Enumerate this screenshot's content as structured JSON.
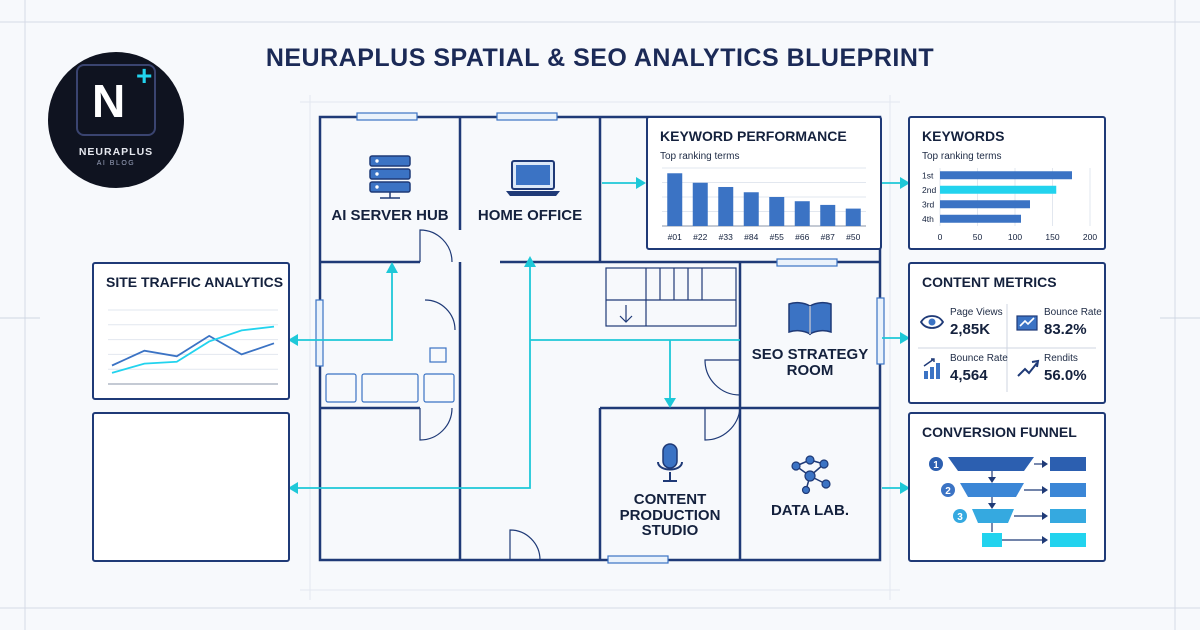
{
  "title": "NEURAPLUS SPATIAL & SEO ANALYTICS BLUEPRINT",
  "logo": {
    "letter": "N",
    "plus": "+",
    "name": "NEURAPLUS",
    "subtitle": "AI BLOG"
  },
  "rooms": {
    "ai_server_hub": "AI SERVER HUB",
    "home_office": "HOME OFFICE",
    "seo_strategy_room_line1": "SEO STRATEGY",
    "seo_strategy_room_line2": "ROOM",
    "content_studio_line1": "CONTENT",
    "content_studio_line2": "PRODUCTION",
    "content_studio_line3": "STUDIO",
    "data_lab": "DATA LAB."
  },
  "icons": {
    "server": "server-icon",
    "laptop": "laptop-icon",
    "book": "book-icon",
    "microphone": "microphone-icon",
    "network": "network-icon"
  },
  "colors": {
    "navy": "#1f3a77",
    "blue": "#3b73c4",
    "cyan": "#22d3ee",
    "teal": "#1ec8d8"
  },
  "keyword_performance": {
    "title": "KEYWORD PERFORMANCE",
    "subtitle": "Top ranking terms"
  },
  "keywords": {
    "title": "KEYWORDS",
    "subtitle": "Top ranking terms"
  },
  "site_traffic": {
    "title": "SITE TRAFFIC ANALYTICS"
  },
  "content_metrics": {
    "title": "CONTENT METRICS",
    "items": [
      {
        "label": "Page Views",
        "value": "2,85K",
        "icon": "eye-icon"
      },
      {
        "label": "Bounce Rate",
        "value": "83.2%",
        "icon": "trend-chart-icon"
      },
      {
        "label": "Bounce Rate",
        "value": "4,564",
        "icon": "bar-growth-icon"
      },
      {
        "label": "Rendits",
        "value": "56.0%",
        "icon": "rising-arrow-icon"
      }
    ]
  },
  "conversion_funnel": {
    "title": "CONVERSION FUNNEL",
    "steps": [
      "1",
      "2",
      "3"
    ]
  },
  "chart_data": [
    {
      "type": "bar",
      "orientation": "vertical",
      "title": "KEYWORD PERFORMANCE",
      "subtitle": "Top ranking terms",
      "categories": [
        "#01",
        "#22",
        "#33",
        "#84",
        "#55",
        "#66",
        "#87",
        "#50"
      ],
      "values": [
        100,
        82,
        74,
        64,
        55,
        47,
        40,
        33
      ],
      "ylim": [
        0,
        110
      ]
    },
    {
      "type": "bar",
      "orientation": "horizontal",
      "title": "KEYWORDS",
      "subtitle": "Top ranking terms",
      "categories": [
        "1st",
        "2nd",
        "3rd",
        "4th"
      ],
      "values": [
        176,
        155,
        120,
        108
      ],
      "highlight_index": 1,
      "xticks": [
        "0",
        "50",
        "100",
        "150",
        "200"
      ],
      "xlim": [
        0,
        200
      ]
    },
    {
      "type": "line",
      "title": "SITE TRAFFIC ANALYTICS",
      "x": [
        0,
        1,
        2,
        3,
        4,
        5
      ],
      "series": [
        {
          "color": "#3b73c4",
          "values": [
            20,
            36,
            30,
            52,
            32,
            44
          ]
        },
        {
          "color": "#22d3ee",
          "values": [
            12,
            22,
            24,
            46,
            58,
            62
          ]
        }
      ],
      "ylim": [
        0,
        80
      ]
    }
  ]
}
